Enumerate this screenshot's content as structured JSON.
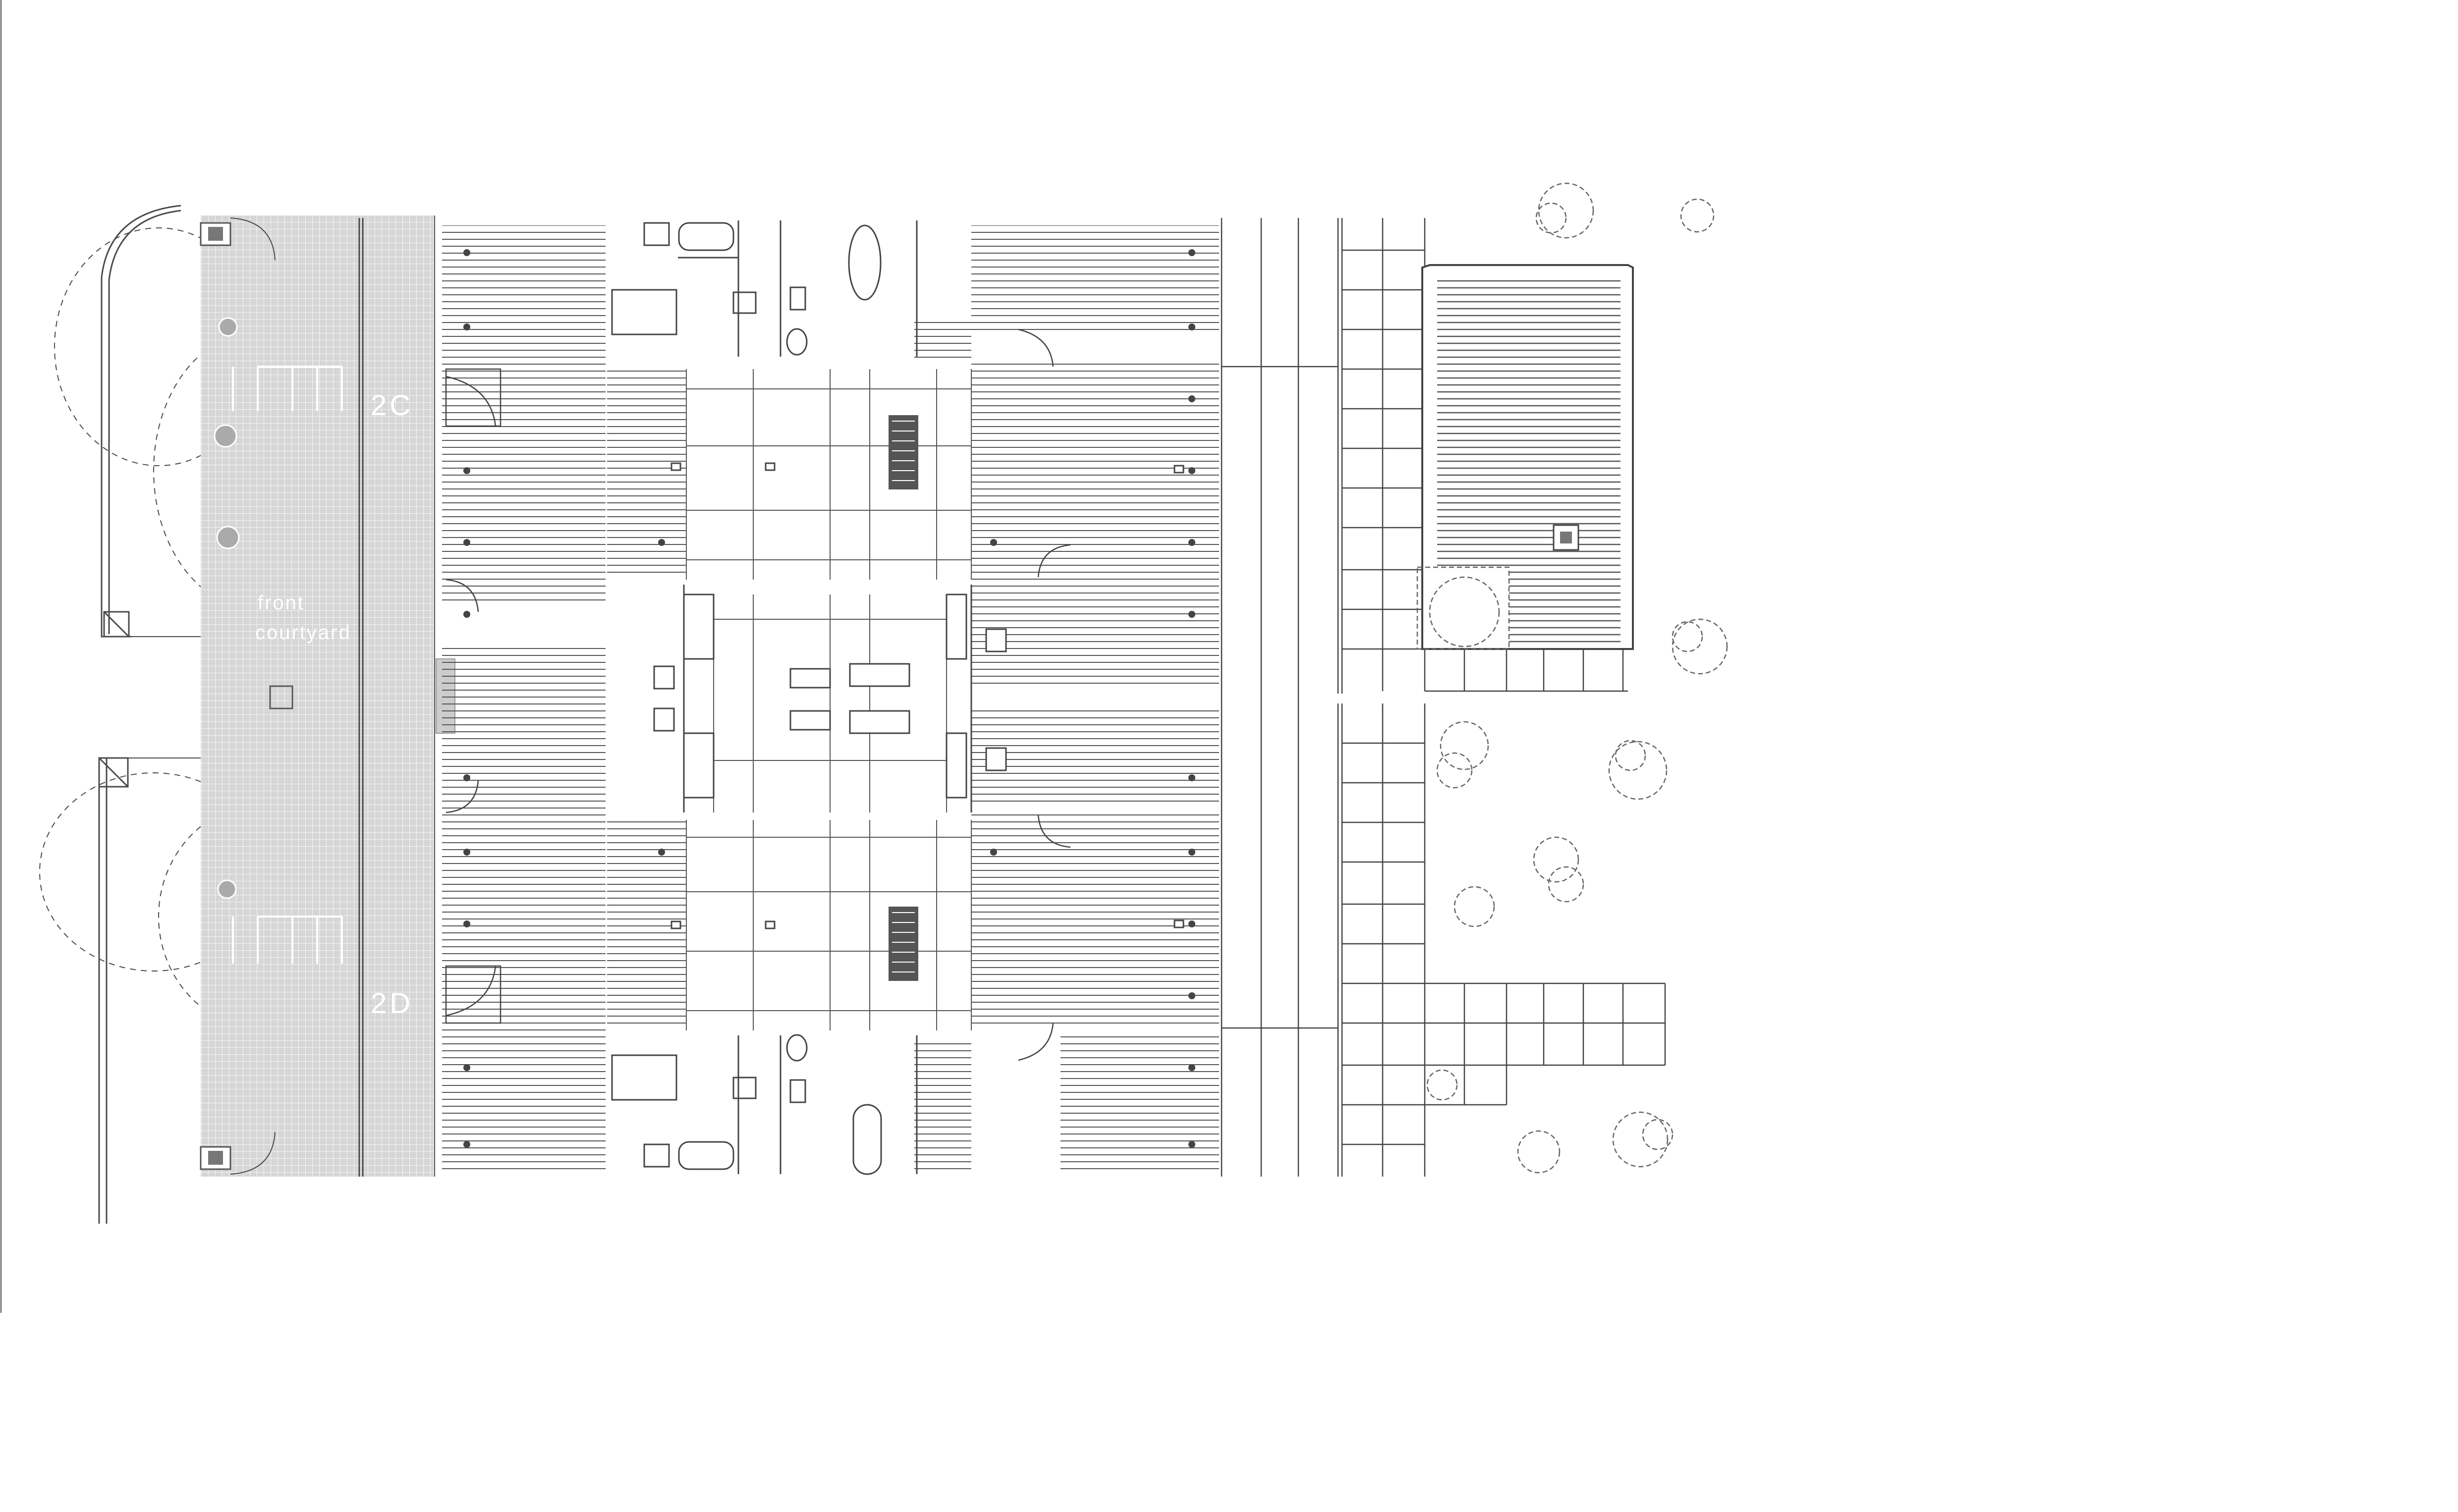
{
  "labels": {
    "unit_upper": "2C",
    "unit_lower": "2D",
    "courtyard_line1": "front",
    "courtyard_line2": "courtyard"
  },
  "colors": {
    "background": "#ffffff",
    "linework": "#4a4a4a",
    "paving": "#d9d9d9",
    "text_on_paving": "#ffffff",
    "dark_element": "#555555"
  },
  "icons": [
    "tree-icon",
    "bathtub-icon",
    "toilet-icon",
    "sink-icon",
    "door-swing-icon",
    "column-icon",
    "stair-icon"
  ]
}
